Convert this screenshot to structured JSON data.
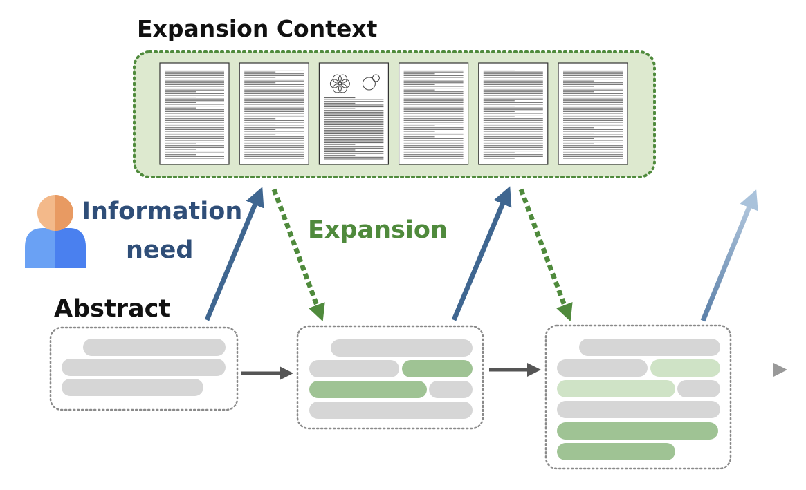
{
  "labels": {
    "context_title": "Expansion Context",
    "information_need_line1": "Information",
    "information_need_line2": "need",
    "expansion": "Expansion",
    "abstract": "Abstract"
  },
  "colors": {
    "context_fill": "#dde9cf",
    "context_border": "#4f8a3c",
    "query_arrow": "#3f6690",
    "expansion_arrow": "#4f8a3c",
    "flow_arrow": "#555555",
    "gray_line": "#d6d6d6",
    "green_line": "#9fc394",
    "light_green_line": "#cfe3c6",
    "person_head": "#f0b27a",
    "person_body": "#5b8ff0"
  },
  "icons": {
    "person": "user-icon"
  },
  "document_pages": 6
}
